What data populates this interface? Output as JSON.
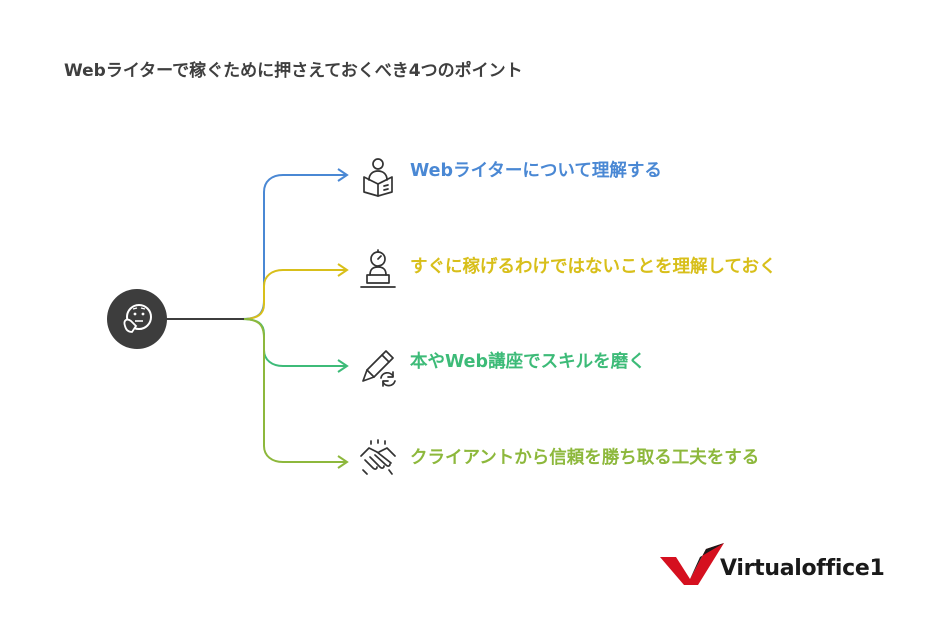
{
  "title": "Webライターで稼ぐために押さえておくべき4つのポイント",
  "center_node": {
    "icon": "thinking-face-icon",
    "color": "#3d3d3d"
  },
  "branches": [
    {
      "label": "Webライターについて理解する",
      "color": "#4a88d4",
      "icon": "reading-person-icon"
    },
    {
      "label": "すぐに稼げるわけではないことを理解しておく",
      "color": "#d8bf1a",
      "icon": "stopwatch-icon"
    },
    {
      "label": "本やWeb講座でスキルを磨く",
      "color": "#3dbb78",
      "icon": "pencil-refresh-icon"
    },
    {
      "label": "クライアントから信頼を勝ち取る工夫をする",
      "color": "#8db83c",
      "icon": "handshake-icon"
    }
  ],
  "logo": {
    "text": "Virtualoffice1",
    "mark_color": "#d5101f"
  }
}
